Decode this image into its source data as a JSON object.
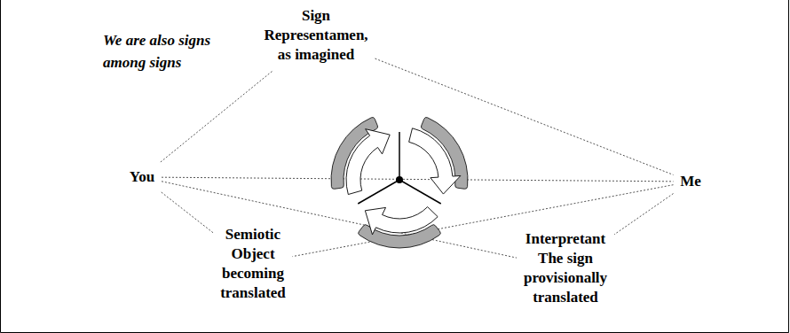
{
  "diagram": {
    "nodes": [
      {
        "text": [
          "Sign Representamen, as imagined"
        ]
      },
      {
        "text": [
          "You"
        ]
      },
      {
        "text": [
          "Me"
        ]
      },
      {
        "text": [
          "Semiotic Object becoming translated"
        ]
      },
      {
        "text": [
          "Interpretant The sign provisionally translated"
        ]
      }
    ],
    "edges": [
      {
        "from": 1,
        "to": 0,
        "arrow": "none"
      },
      {
        "from": 0,
        "to": 2,
        "arrow": "none"
      },
      {
        "from": 1,
        "to": 2,
        "arrow": "none"
      },
      {
        "from": 1,
        "to": 3,
        "arrow": "none"
      },
      {
        "from": 1,
        "to": 4,
        "arrow": "none"
      },
      {
        "from": 2,
        "to": 3,
        "arrow": "none"
      },
      {
        "from": 2,
        "to": 4,
        "arrow": "none"
      }
    ],
    "labels": [
      "We are also signs among signs"
    ]
  }
}
